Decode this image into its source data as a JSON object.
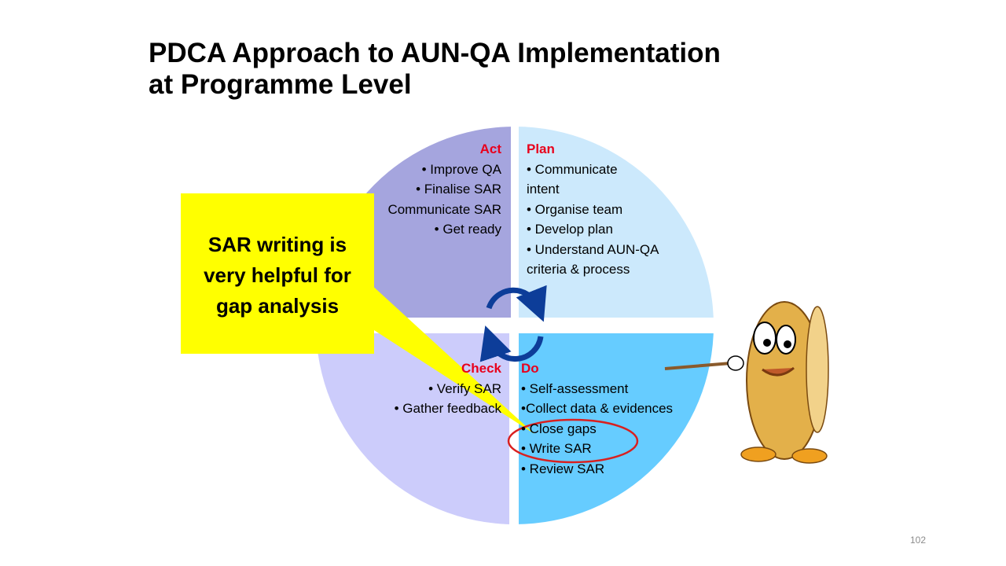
{
  "title": {
    "line1": "PDCA Approach to AUN-QA Implementation",
    "line2": "at Programme Level"
  },
  "quadrants": {
    "act": {
      "heading": "Act",
      "items": [
        "• Improve QA",
        "• Finalise SAR",
        "Communicate SAR",
        "• Get ready"
      ],
      "color": "#a5a5de"
    },
    "plan": {
      "heading": "Plan",
      "items": [
        "• Communicate",
        "intent",
        "• Organise team",
        "• Develop plan",
        "• Understand AUN-QA",
        "criteria & process"
      ],
      "color": "#cce9fc"
    },
    "check": {
      "heading": "Check",
      "items": [
        "• Verify SAR",
        "• Gather feedback"
      ],
      "color": "#ccccfb"
    },
    "do": {
      "heading": "Do",
      "items": [
        "• Self-assessment",
        "•Collect data & evidences",
        "• Close gaps",
        "• Write SAR",
        "• Review SAR"
      ],
      "color": "#66ccff"
    }
  },
  "callout": {
    "text": "SAR writing is very helpful for gap analysis",
    "color": "#ffff00"
  },
  "highlight_color": "#d9201f",
  "cycle_arrow_color": "#0d3d99",
  "page_number": "102"
}
